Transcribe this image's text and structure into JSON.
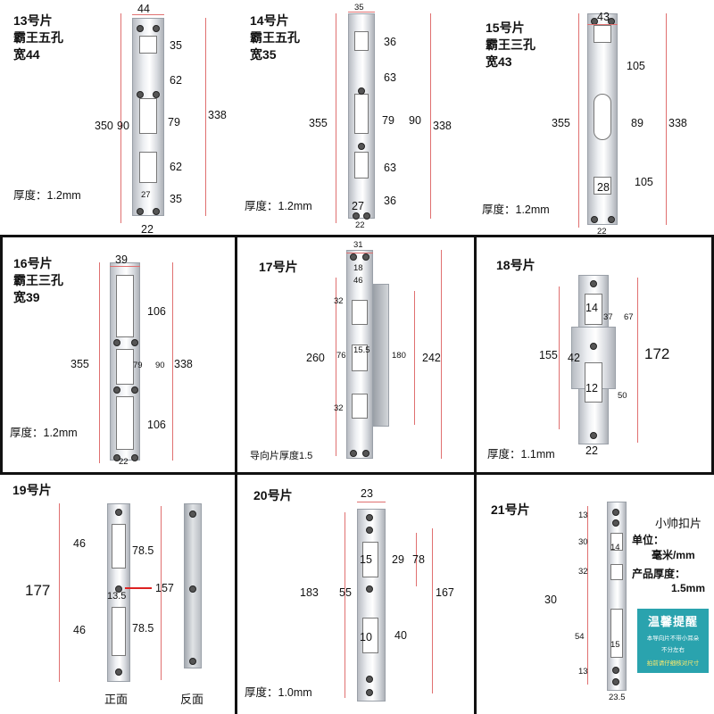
{
  "panels": {
    "p13": {
      "title": "13号片\n霸王五孔\n宽44",
      "thickness": "厚度：1.2mm",
      "dims": [
        "44",
        "35",
        "62",
        "79",
        "62",
        "35",
        "338",
        "350",
        "90",
        "27",
        "22"
      ]
    },
    "p14": {
      "title": "14号片\n霸王五孔\n宽35",
      "thickness": "厚度：1.2mm",
      "dims": [
        "35",
        "36",
        "63",
        "79",
        "90",
        "63",
        "36",
        "338",
        "355",
        "27",
        "22"
      ]
    },
    "p15": {
      "title": "15号片\n霸王三孔\n宽43",
      "thickness": "厚度：1.2mm",
      "dims": [
        "43",
        "105",
        "89",
        "105",
        "338",
        "355",
        "28",
        "22"
      ]
    },
    "p16": {
      "title": "16号片\n霸王三孔\n宽39",
      "thickness": "厚度：1.2mm",
      "dims": [
        "39",
        "106",
        "79",
        "90",
        "338",
        "355",
        "106",
        "22"
      ]
    },
    "p17": {
      "title": "17号片",
      "thickness": "导向片厚度1.5",
      "dims": [
        "31",
        "18",
        "46",
        "32",
        "260",
        "76",
        "15.5",
        "180",
        "242",
        "32"
      ]
    },
    "p18": {
      "title": "18号片",
      "thickness": "厚度：1.1mm",
      "dims": [
        "14",
        "37",
        "67",
        "155",
        "42",
        "172",
        "12",
        "50",
        "22"
      ]
    },
    "p19": {
      "title": "19号片",
      "captions": [
        "正面",
        "反面"
      ],
      "dims": [
        "46",
        "78.5",
        "177",
        "13.5",
        "157",
        "46",
        "78.5"
      ]
    },
    "p20": {
      "title": "20号片",
      "thickness": "厚度：1.0mm",
      "dims": [
        "23",
        "15",
        "29",
        "78",
        "183",
        "55",
        "167",
        "10",
        "40"
      ]
    },
    "p21": {
      "title": "21号片",
      "dims": [
        "13",
        "30",
        "14",
        "32",
        "30",
        "54",
        "15",
        "13",
        "23.5"
      ],
      "info": {
        "name": "小帅扣片",
        "unit_label": "单位：",
        "unit": "毫米/mm",
        "thick_label": "产品厚度：",
        "thick": "1.5mm"
      },
      "tip": {
        "title": "温馨提醒",
        "line1": "本导向片不带小耳朵",
        "line2": "不分左右",
        "line3": "拍前请仔细核对尺寸"
      }
    }
  },
  "colors": {
    "divider": "#111111",
    "dim_line": "#e07070",
    "tip_bg": "#2aa3ae"
  }
}
